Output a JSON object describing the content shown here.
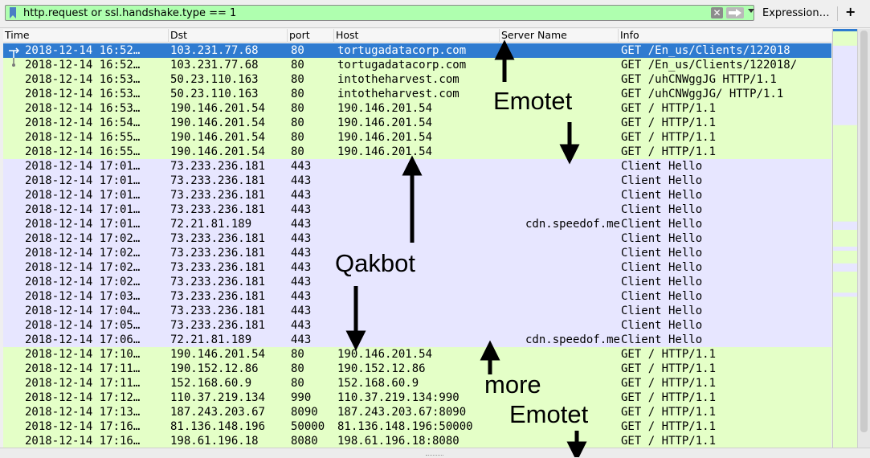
{
  "toolbar": {
    "filter_value": "http.request or ssl.handshake.type == 1",
    "clear_glyph": "✕",
    "expression_label": "Expression…",
    "add_label": "+"
  },
  "columns": [
    "Time",
    "Dst",
    "port",
    "Host",
    "Server Name",
    "Info"
  ],
  "colors": {
    "http_row": "#e4ffc7",
    "tls_row": "#e7e6ff",
    "selected_row": "#2f7bd0",
    "filter_valid": "#afffaf"
  },
  "rows": [
    {
      "type": "http",
      "selected": true,
      "rel": "first",
      "time": "2018-12-14 16:52…",
      "dst": "103.231.77.68",
      "port": "80",
      "host": "tortugadatacorp.com",
      "server": "",
      "info": "GET /En_us/Clients/122018"
    },
    {
      "type": "http",
      "rel": "last",
      "time": "2018-12-14 16:52…",
      "dst": "103.231.77.68",
      "port": "80",
      "host": "tortugadatacorp.com",
      "server": "",
      "info": "GET /En_us/Clients/122018/"
    },
    {
      "type": "http",
      "time": "2018-12-14 16:53…",
      "dst": "50.23.110.163",
      "port": "80",
      "host": "intotheharvest.com",
      "server": "",
      "info": "GET /uhCNWggJG HTTP/1.1"
    },
    {
      "type": "http",
      "time": "2018-12-14 16:53…",
      "dst": "50.23.110.163",
      "port": "80",
      "host": "intotheharvest.com",
      "server": "",
      "info": "GET /uhCNWggJG/ HTTP/1.1"
    },
    {
      "type": "http",
      "time": "2018-12-14 16:53…",
      "dst": "190.146.201.54",
      "port": "80",
      "host": "190.146.201.54",
      "server": "",
      "info": "GET / HTTP/1.1"
    },
    {
      "type": "http",
      "time": "2018-12-14 16:54…",
      "dst": "190.146.201.54",
      "port": "80",
      "host": "190.146.201.54",
      "server": "",
      "info": "GET / HTTP/1.1"
    },
    {
      "type": "http",
      "time": "2018-12-14 16:55…",
      "dst": "190.146.201.54",
      "port": "80",
      "host": "190.146.201.54",
      "server": "",
      "info": "GET / HTTP/1.1"
    },
    {
      "type": "http",
      "time": "2018-12-14 16:55…",
      "dst": "190.146.201.54",
      "port": "80",
      "host": "190.146.201.54",
      "server": "",
      "info": "GET / HTTP/1.1"
    },
    {
      "type": "tls",
      "time": "2018-12-14 17:01…",
      "dst": "73.233.236.181",
      "port": "443",
      "host": "",
      "server": "",
      "info": "Client Hello"
    },
    {
      "type": "tls",
      "time": "2018-12-14 17:01…",
      "dst": "73.233.236.181",
      "port": "443",
      "host": "",
      "server": "",
      "info": "Client Hello"
    },
    {
      "type": "tls",
      "time": "2018-12-14 17:01…",
      "dst": "73.233.236.181",
      "port": "443",
      "host": "",
      "server": "",
      "info": "Client Hello"
    },
    {
      "type": "tls",
      "time": "2018-12-14 17:01…",
      "dst": "73.233.236.181",
      "port": "443",
      "host": "",
      "server": "",
      "info": "Client Hello"
    },
    {
      "type": "tls",
      "time": "2018-12-14 17:01…",
      "dst": "72.21.81.189",
      "port": "443",
      "host": "",
      "server": "cdn.speedof.me",
      "info": "Client Hello"
    },
    {
      "type": "tls",
      "time": "2018-12-14 17:02…",
      "dst": "73.233.236.181",
      "port": "443",
      "host": "",
      "server": "",
      "info": "Client Hello"
    },
    {
      "type": "tls",
      "time": "2018-12-14 17:02…",
      "dst": "73.233.236.181",
      "port": "443",
      "host": "",
      "server": "",
      "info": "Client Hello"
    },
    {
      "type": "tls",
      "time": "2018-12-14 17:02…",
      "dst": "73.233.236.181",
      "port": "443",
      "host": "",
      "server": "",
      "info": "Client Hello"
    },
    {
      "type": "tls",
      "time": "2018-12-14 17:02…",
      "dst": "73.233.236.181",
      "port": "443",
      "host": "",
      "server": "",
      "info": "Client Hello"
    },
    {
      "type": "tls",
      "time": "2018-12-14 17:03…",
      "dst": "73.233.236.181",
      "port": "443",
      "host": "",
      "server": "",
      "info": "Client Hello"
    },
    {
      "type": "tls",
      "time": "2018-12-14 17:04…",
      "dst": "73.233.236.181",
      "port": "443",
      "host": "",
      "server": "",
      "info": "Client Hello"
    },
    {
      "type": "tls",
      "time": "2018-12-14 17:05…",
      "dst": "73.233.236.181",
      "port": "443",
      "host": "",
      "server": "",
      "info": "Client Hello"
    },
    {
      "type": "tls",
      "time": "2018-12-14 17:06…",
      "dst": "72.21.81.189",
      "port": "443",
      "host": "",
      "server": "cdn.speedof.me",
      "info": "Client Hello"
    },
    {
      "type": "http",
      "time": "2018-12-14 17:10…",
      "dst": "190.146.201.54",
      "port": "80",
      "host": "190.146.201.54",
      "server": "",
      "info": "GET / HTTP/1.1"
    },
    {
      "type": "http",
      "time": "2018-12-14 17:11…",
      "dst": "190.152.12.86",
      "port": "80",
      "host": "190.152.12.86",
      "server": "",
      "info": "GET / HTTP/1.1"
    },
    {
      "type": "http",
      "time": "2018-12-14 17:11…",
      "dst": "152.168.60.9",
      "port": "80",
      "host": "152.168.60.9",
      "server": "",
      "info": "GET / HTTP/1.1"
    },
    {
      "type": "http",
      "time": "2018-12-14 17:12…",
      "dst": "110.37.219.134",
      "port": "990",
      "host": "110.37.219.134:990",
      "server": "",
      "info": "GET / HTTP/1.1"
    },
    {
      "type": "http",
      "time": "2018-12-14 17:13…",
      "dst": "187.243.203.67",
      "port": "8090",
      "host": "187.243.203.67:8090",
      "server": "",
      "info": "GET / HTTP/1.1"
    },
    {
      "type": "http",
      "time": "2018-12-14 17:16…",
      "dst": "81.136.148.196",
      "port": "50000",
      "host": "81.136.148.196:50000",
      "server": "",
      "info": "GET / HTTP/1.1"
    },
    {
      "type": "http",
      "time": "2018-12-14 17:16…",
      "dst": "198.61.196.18",
      "port": "8080",
      "host": "198.61.196.18:8080",
      "server": "",
      "info": "GET / HTTP/1.1"
    }
  ],
  "annotations": {
    "emotet": "Emotet",
    "qakbot": "Qakbot",
    "more": "more",
    "more_emotet": "Emotet"
  }
}
